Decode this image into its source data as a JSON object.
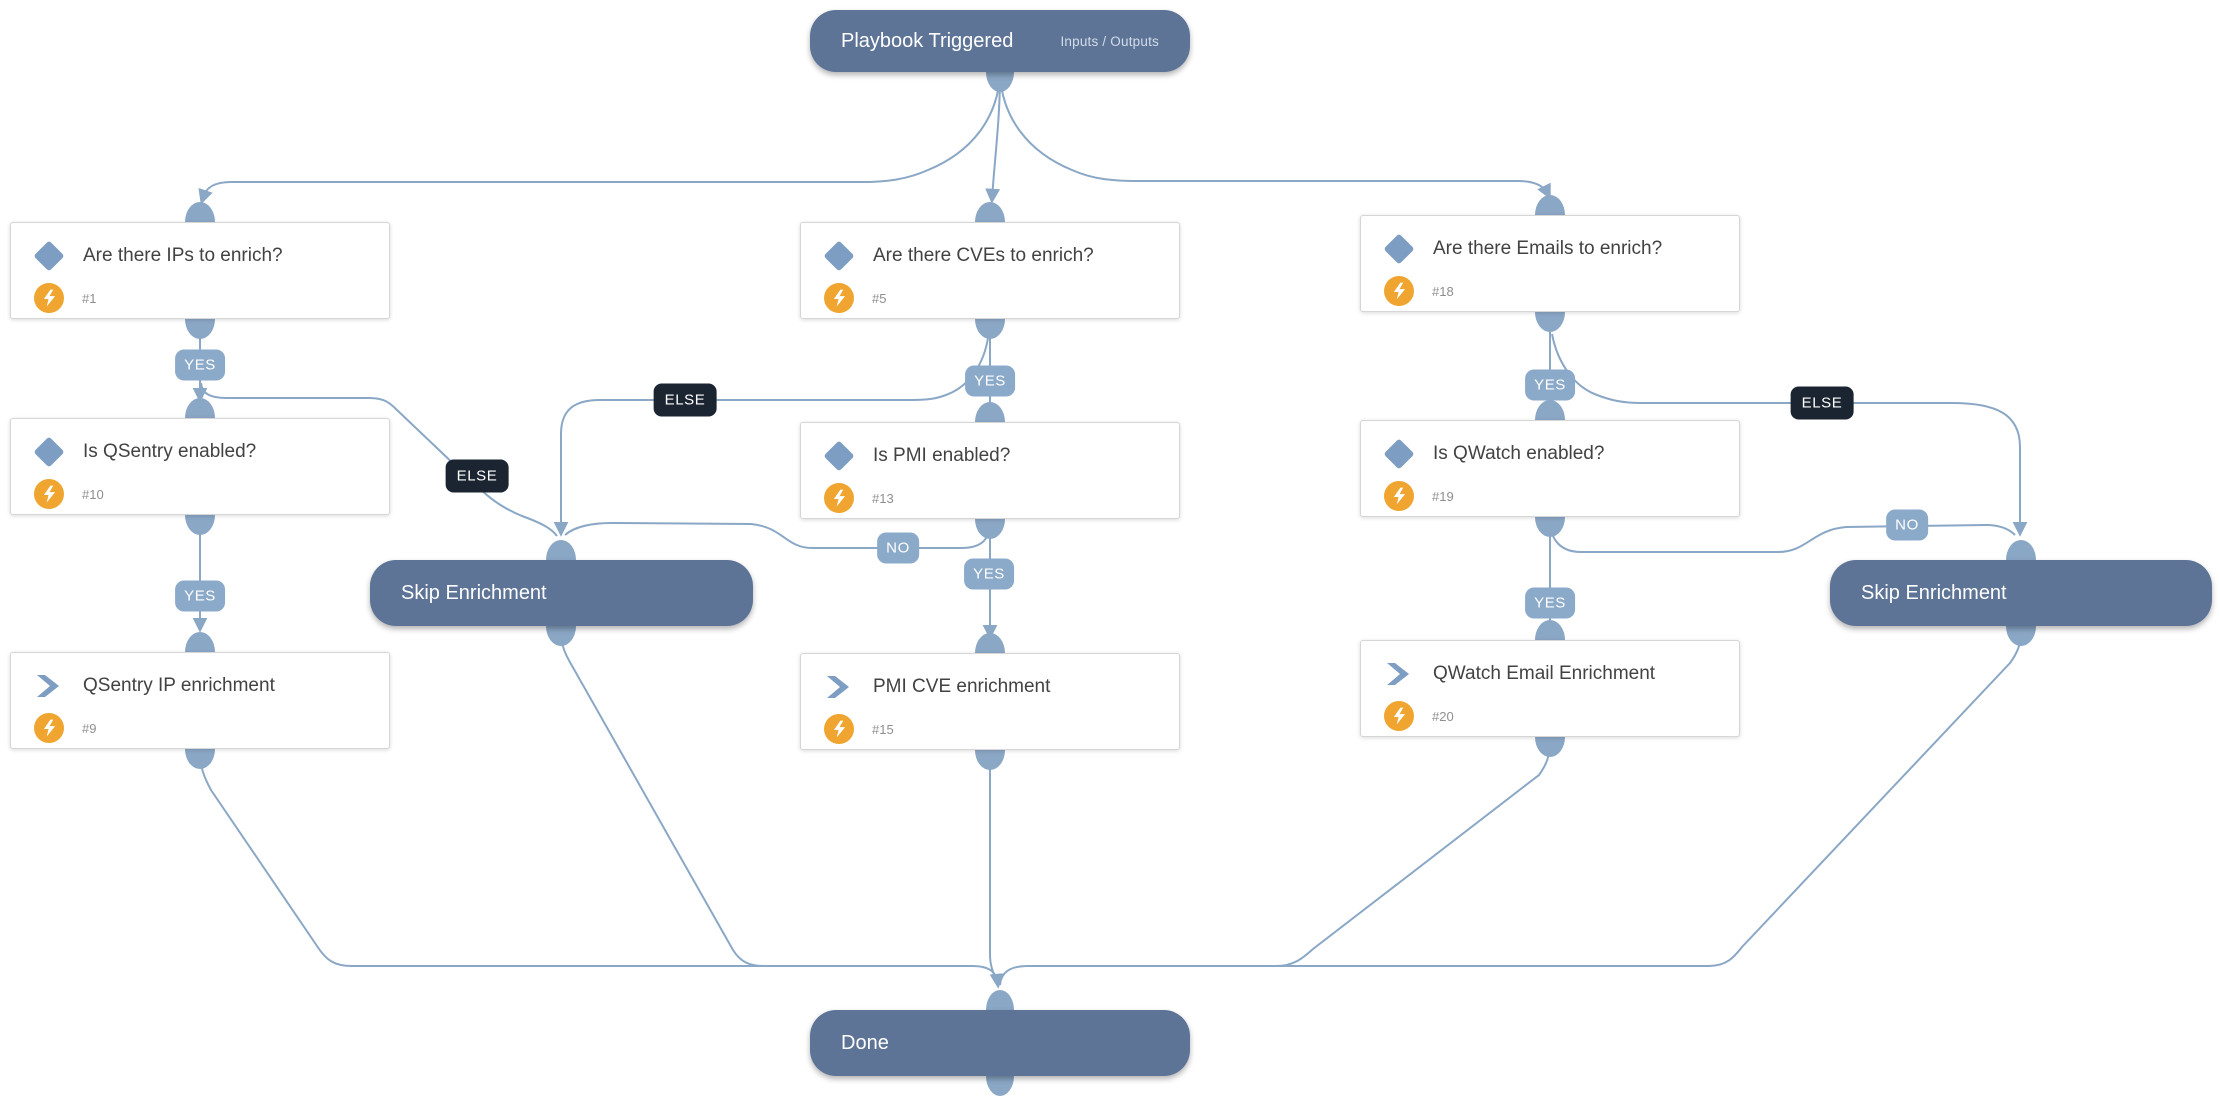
{
  "start": {
    "title": "Playbook Triggered",
    "link": "Inputs / Outputs"
  },
  "nodes": {
    "cond_ips": {
      "title": "Are there IPs to enrich?",
      "id": "#1"
    },
    "cond_cves": {
      "title": "Are there CVEs to enrich?",
      "id": "#5"
    },
    "cond_emails": {
      "title": "Are there Emails to enrich?",
      "id": "#18"
    },
    "cond_qsentry": {
      "title": "Is QSentry enabled?",
      "id": "#10"
    },
    "cond_pmi": {
      "title": "Is PMI enabled?",
      "id": "#13"
    },
    "cond_qwatch": {
      "title": "Is QWatch enabled?",
      "id": "#19"
    },
    "task_qsentry": {
      "title": "QSentry IP enrichment",
      "id": "#9"
    },
    "task_pmi": {
      "title": "PMI CVE enrichment",
      "id": "#15"
    },
    "task_qwatch": {
      "title": "QWatch Email Enrichment",
      "id": "#20"
    },
    "skip_left": {
      "title": "Skip Enrichment"
    },
    "skip_right": {
      "title": "Skip Enrichment"
    },
    "done": {
      "title": "Done"
    }
  },
  "edge_labels": {
    "yes": "YES",
    "no": "NO",
    "else": "ELSE"
  },
  "colors": {
    "pill_bg": "#5e7497",
    "edge": "#8aa7c6",
    "yes_no_label_bg": "#8ba9c9",
    "else_label_bg": "#1b2531",
    "condition_icon": "#7e9dc2",
    "automation_icon_bg": "#efa52f",
    "node_border": "#d6d6d6",
    "node_title_text": "#424242",
    "node_id_text": "#8f8f8f"
  }
}
